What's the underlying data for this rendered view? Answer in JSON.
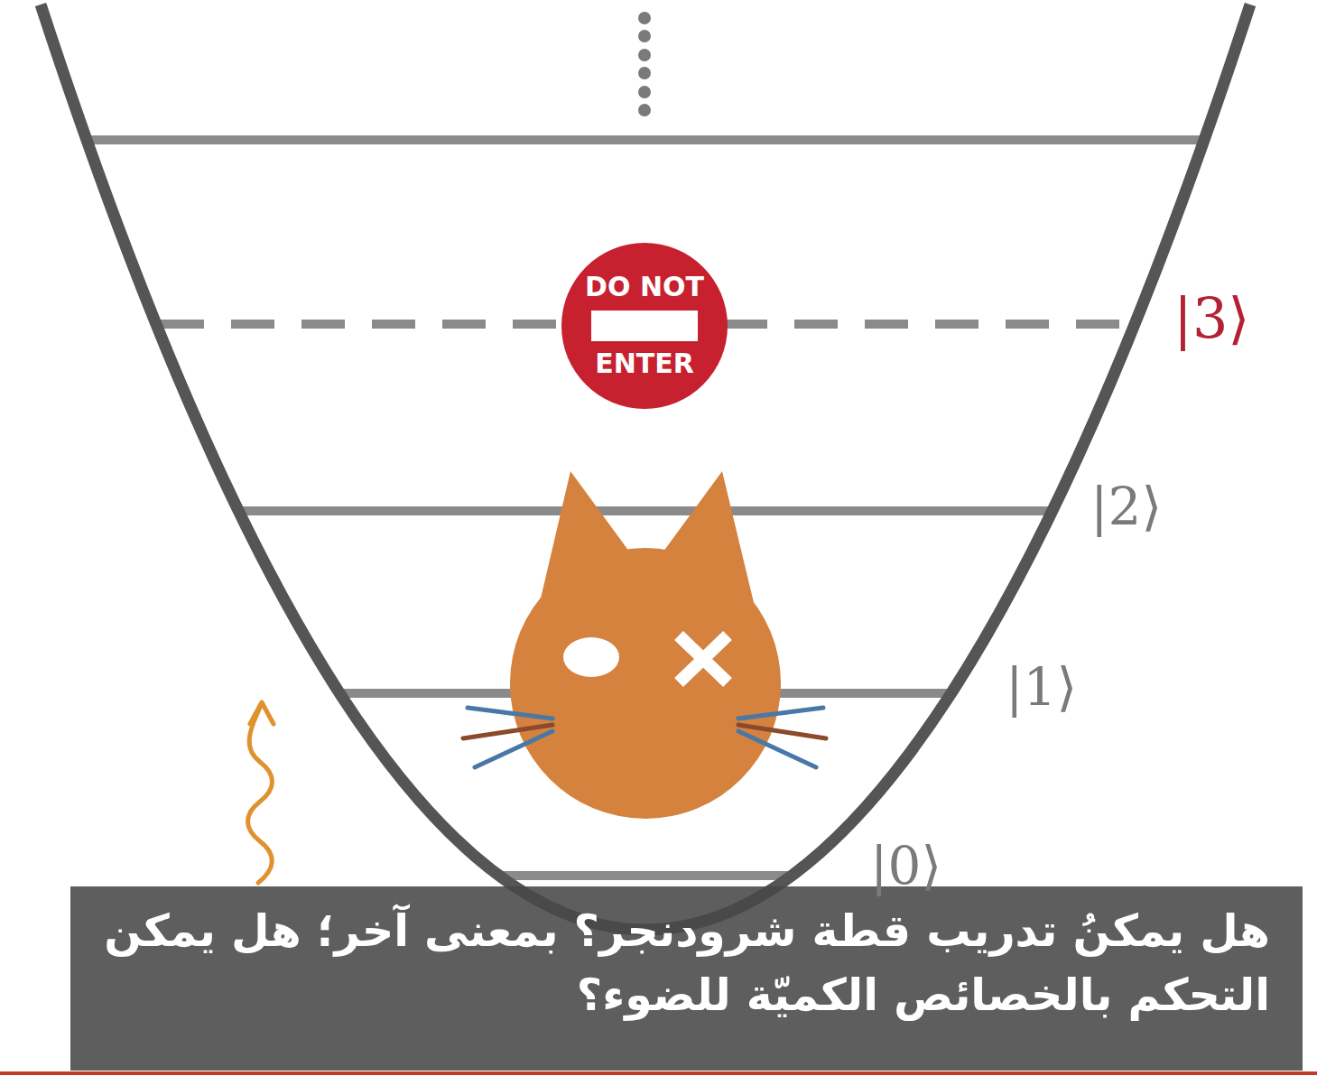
{
  "diagram": {
    "caption": "هل يمكنُ تدريب قطة شرودنجر؟ بمعنى آخر؛ هل يمكن التحكم بالخصائص الكميّة للضوء؟",
    "nodes": [
      {
        "text": [
          "DO NOT",
          "ENTER"
        ]
      }
    ],
    "labels": [
      "|3⟩",
      "|2⟩",
      "|1⟩",
      "|0⟩"
    ]
  }
}
